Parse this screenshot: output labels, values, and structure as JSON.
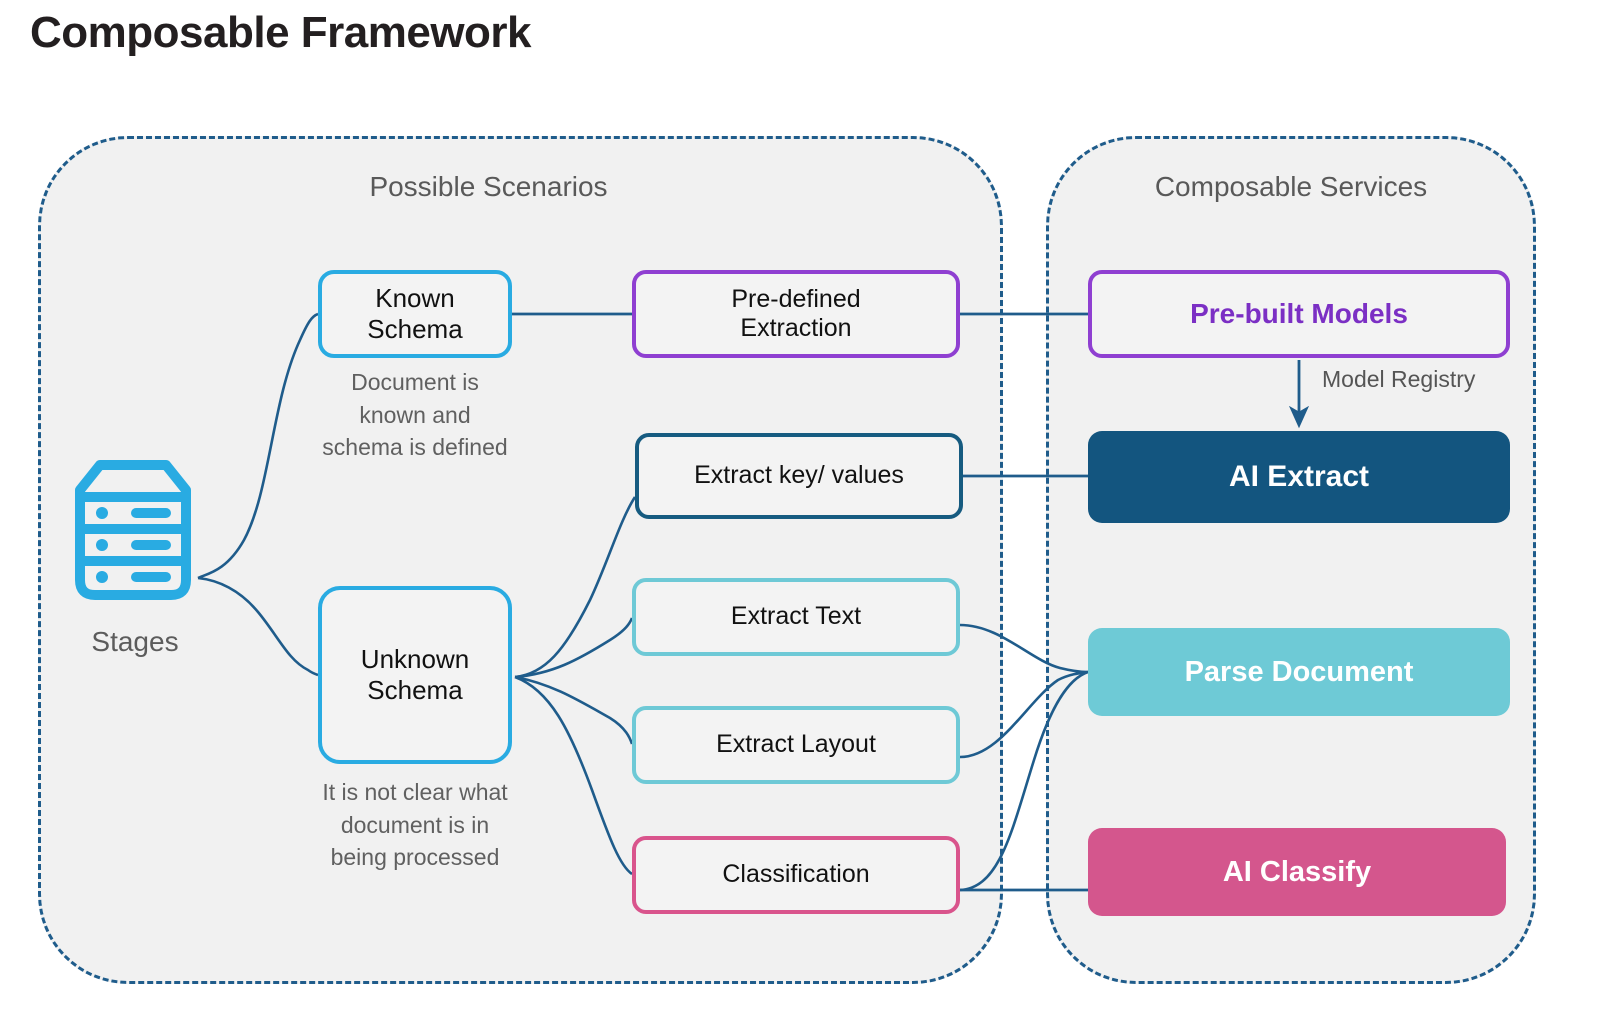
{
  "page": {
    "title": "Composable Framework",
    "background": "#ffffff"
  },
  "colors": {
    "group_border": "#1f5c8b",
    "group_fill": "#f1f1f1",
    "connector": "#1f5c8b",
    "bright_blue": "#29abe2",
    "purple": "#8f3fd1",
    "purple_text": "#7b2fc4",
    "dark_teal": "#13557f",
    "light_teal": "#6ecad6",
    "pink": "#d4568d",
    "pink_border": "#d9548c",
    "muted_text": "#5c5c5c"
  },
  "groups": [
    {
      "id": "scenarios",
      "title": "Possible Scenarios"
    },
    {
      "id": "services",
      "title": "Composable Services"
    }
  ],
  "stages": {
    "icon": "server-stack-icon",
    "label": "Stages"
  },
  "scenarios": [
    {
      "id": "known-schema",
      "label": "Known\nSchema",
      "line1": "Known",
      "line2": "Schema",
      "caption": "Document is known and schema is defined",
      "accent": "#29abe2"
    },
    {
      "id": "unknown-schema",
      "label": "Unknown\nSchema",
      "line1": "Unknown",
      "line2": "Schema",
      "caption": "It is not clear what document is in being processed",
      "accent": "#29abe2"
    }
  ],
  "tasks": [
    {
      "id": "pre-defined-extraction",
      "line1": "Pre-defined",
      "line2": "Extraction",
      "accent": "#8f3fd1"
    },
    {
      "id": "extract-key-values",
      "label": "Extract key/ values",
      "accent": "#165b80"
    },
    {
      "id": "extract-text",
      "label": "Extract Text",
      "accent": "#6ec9d6"
    },
    {
      "id": "extract-layout",
      "label": "Extract Layout",
      "accent": "#6ec9d6"
    },
    {
      "id": "classification",
      "label": "Classification",
      "accent": "#d9548c"
    }
  ],
  "services": [
    {
      "id": "prebuilt-models",
      "label": "Pre-built Models",
      "style": "outline-purple",
      "fill": "#f3f3f3",
      "text": "#7b2fc4"
    },
    {
      "id": "ai-extract",
      "label": "AI Extract",
      "style": "filled",
      "fill": "#13557f",
      "text": "#ffffff"
    },
    {
      "id": "parse-document",
      "label": "Parse Document",
      "style": "filled",
      "fill": "#6ecad6",
      "text": "#ffffff"
    },
    {
      "id": "ai-classify",
      "label": "AI Classify",
      "style": "filled",
      "fill": "#d4568d",
      "text": "#ffffff"
    }
  ],
  "edge_labels": {
    "model_registry": "Model Registry"
  },
  "connections": [
    {
      "from": "stages",
      "to": "known-schema"
    },
    {
      "from": "stages",
      "to": "unknown-schema"
    },
    {
      "from": "known-schema",
      "to": "pre-defined-extraction"
    },
    {
      "from": "pre-defined-extraction",
      "to": "prebuilt-models"
    },
    {
      "from": "prebuilt-models",
      "to": "ai-extract",
      "label": "Model Registry",
      "arrow": true
    },
    {
      "from": "unknown-schema",
      "to": "extract-key-values"
    },
    {
      "from": "unknown-schema",
      "to": "extract-text"
    },
    {
      "from": "unknown-schema",
      "to": "extract-layout"
    },
    {
      "from": "unknown-schema",
      "to": "classification"
    },
    {
      "from": "extract-key-values",
      "to": "ai-extract"
    },
    {
      "from": "extract-text",
      "to": "parse-document"
    },
    {
      "from": "extract-layout",
      "to": "parse-document"
    },
    {
      "from": "classification",
      "to": "parse-document"
    },
    {
      "from": "classification",
      "to": "ai-classify"
    }
  ]
}
